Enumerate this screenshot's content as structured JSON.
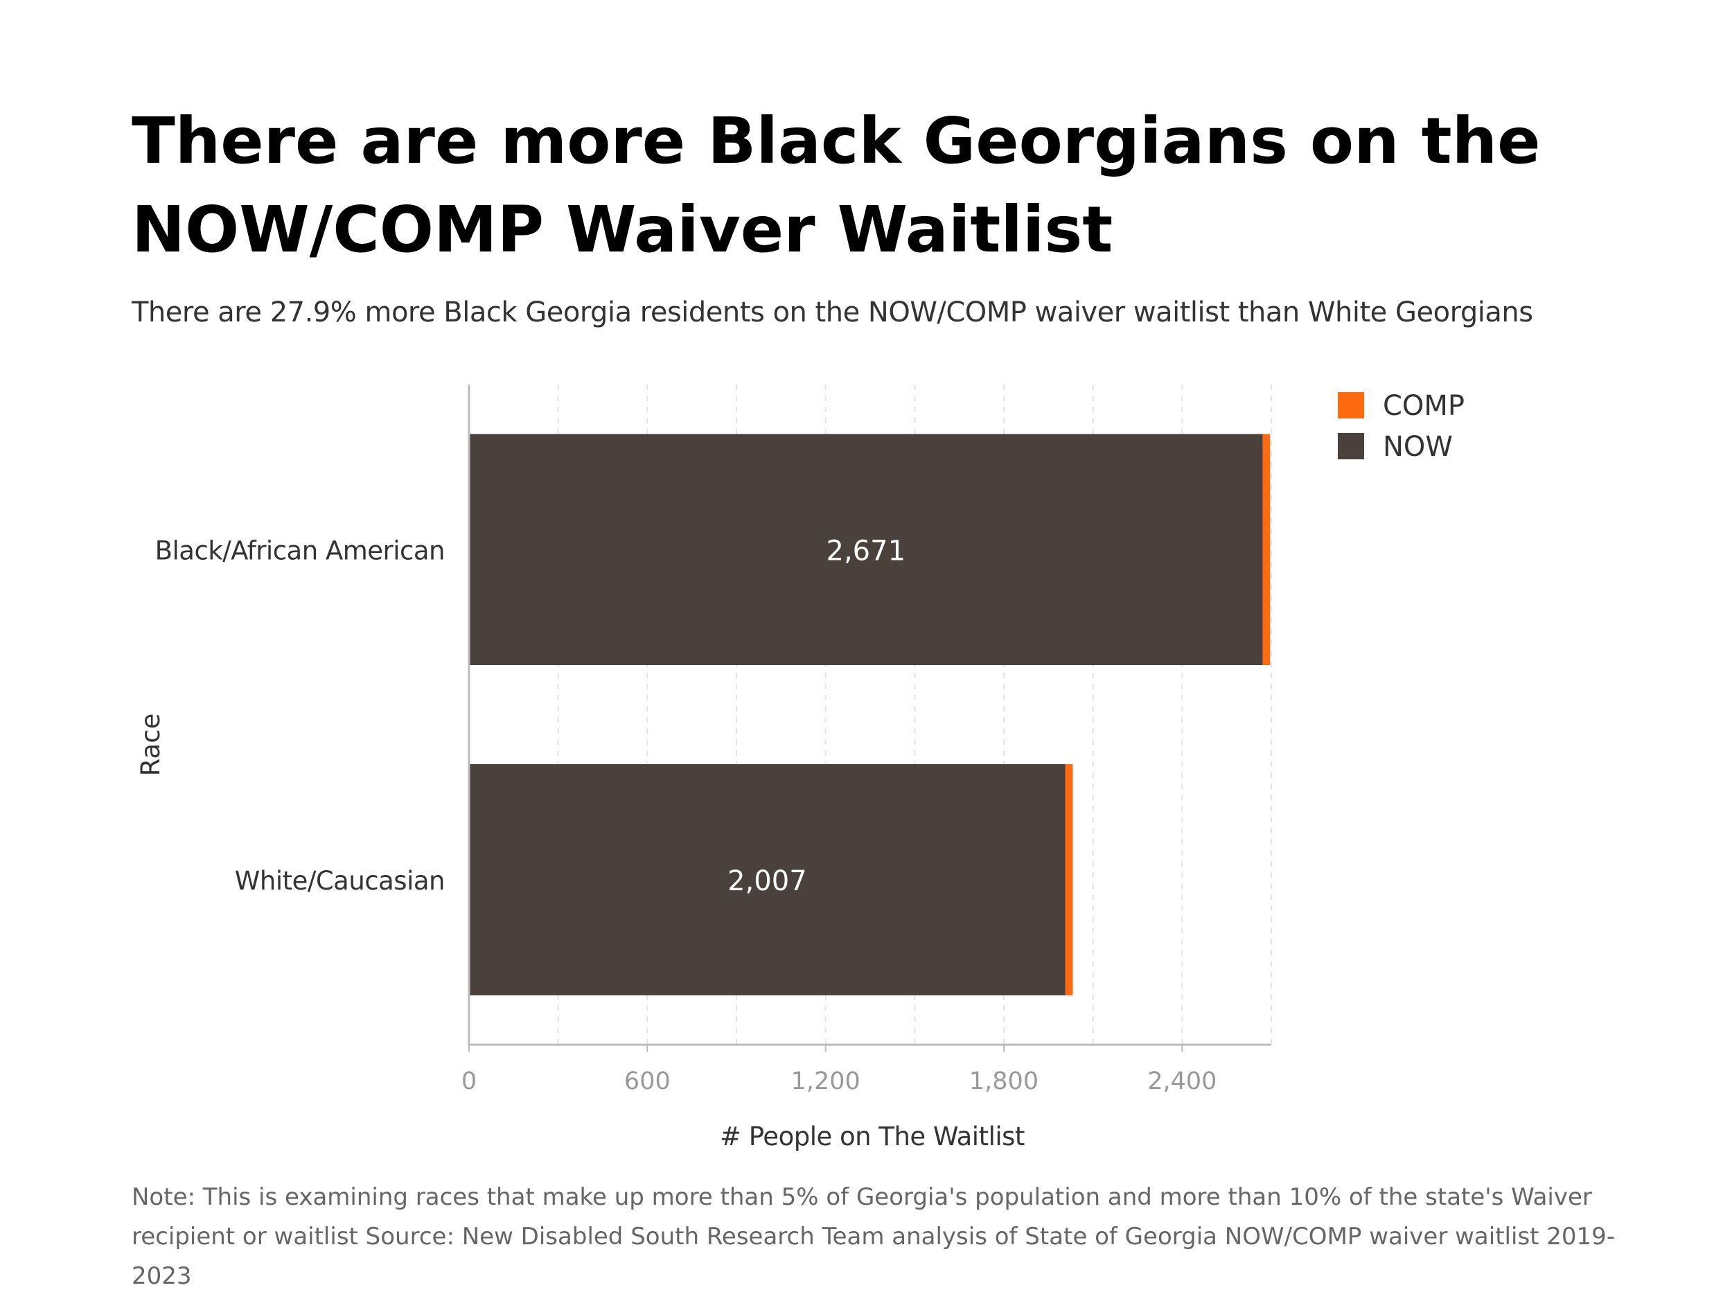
{
  "header": {
    "title": "There are more Black Georgians on the NOW/COMP Waiver Waitlist",
    "subtitle": "There are 27.9% more Black Georgia residents on the NOW/COMP waiver waitlist than White Georgians"
  },
  "footer": {
    "note": "Note: This is examining races that make up more than 5% of Georgia's population and more than 10% of the state's Waiver recipient or waitlist Source: New Disabled South Research Team analysis of State of Georgia NOW/COMP waiver waitlist 2019-2023"
  },
  "colors": {
    "now": "#4a403c",
    "comp": "#ff6a10",
    "axis": "#bbbbbb",
    "grid": "#e3e3e3",
    "tick_text": "#999999",
    "label_text": "#333333"
  },
  "chart_data": {
    "type": "bar",
    "orientation": "horizontal",
    "stacked": true,
    "categories": [
      "Black/African American",
      "White/Caucasian"
    ],
    "series": [
      {
        "name": "NOW",
        "values": [
          2671,
          2007
        ]
      },
      {
        "name": "COMP",
        "values": [
          25,
          25
        ]
      }
    ],
    "data_labels": [
      "2,671",
      "2,007"
    ],
    "xlabel": "# People on The Waitlist",
    "ylabel": "Race",
    "xlim": [
      0,
      2700
    ],
    "xticks": [
      0,
      600,
      1200,
      1800,
      2400
    ],
    "xtick_labels": [
      "0",
      "600",
      "1,200",
      "1,800",
      "2,400"
    ],
    "legend": {
      "position": "top-right",
      "entries": [
        "COMP",
        "NOW"
      ]
    },
    "grid": true
  }
}
